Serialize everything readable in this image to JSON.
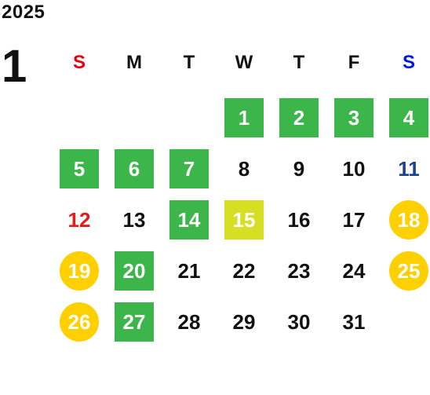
{
  "calendar": {
    "year": "2025",
    "month": "1",
    "weekdays": [
      {
        "label": "S",
        "type": "sun"
      },
      {
        "label": "M",
        "type": "normal"
      },
      {
        "label": "T",
        "type": "normal"
      },
      {
        "label": "W",
        "type": "normal"
      },
      {
        "label": "T",
        "type": "normal"
      },
      {
        "label": "F",
        "type": "normal"
      },
      {
        "label": "S",
        "type": "sat"
      }
    ],
    "first_weekday_index": 3,
    "days": [
      {
        "day": "1",
        "style": "green"
      },
      {
        "day": "2",
        "style": "green"
      },
      {
        "day": "3",
        "style": "green"
      },
      {
        "day": "4",
        "style": "green"
      },
      {
        "day": "5",
        "style": "green"
      },
      {
        "day": "6",
        "style": "green"
      },
      {
        "day": "7",
        "style": "green"
      },
      {
        "day": "8",
        "style": "plain"
      },
      {
        "day": "9",
        "style": "plain"
      },
      {
        "day": "10",
        "style": "plain"
      },
      {
        "day": "11",
        "style": "blue"
      },
      {
        "day": "12",
        "style": "red"
      },
      {
        "day": "13",
        "style": "plain"
      },
      {
        "day": "14",
        "style": "green"
      },
      {
        "day": "15",
        "style": "lime"
      },
      {
        "day": "16",
        "style": "plain"
      },
      {
        "day": "17",
        "style": "plain"
      },
      {
        "day": "18",
        "style": "circle"
      },
      {
        "day": "19",
        "style": "circle"
      },
      {
        "day": "20",
        "style": "green"
      },
      {
        "day": "21",
        "style": "plain"
      },
      {
        "day": "22",
        "style": "plain"
      },
      {
        "day": "23",
        "style": "plain"
      },
      {
        "day": "24",
        "style": "plain"
      },
      {
        "day": "25",
        "style": "circle"
      },
      {
        "day": "26",
        "style": "circle"
      },
      {
        "day": "27",
        "style": "green"
      },
      {
        "day": "28",
        "style": "plain"
      },
      {
        "day": "29",
        "style": "plain"
      },
      {
        "day": "30",
        "style": "plain"
      },
      {
        "day": "31",
        "style": "plain"
      }
    ],
    "colors": {
      "green": "#3cb54a",
      "lime": "#d6df22",
      "circle": "#ffd000",
      "sunday": "#e60012",
      "saturday": "#0019d9",
      "holiday_blue": "#1f3f8f",
      "red_day": "#e21c1c"
    }
  }
}
